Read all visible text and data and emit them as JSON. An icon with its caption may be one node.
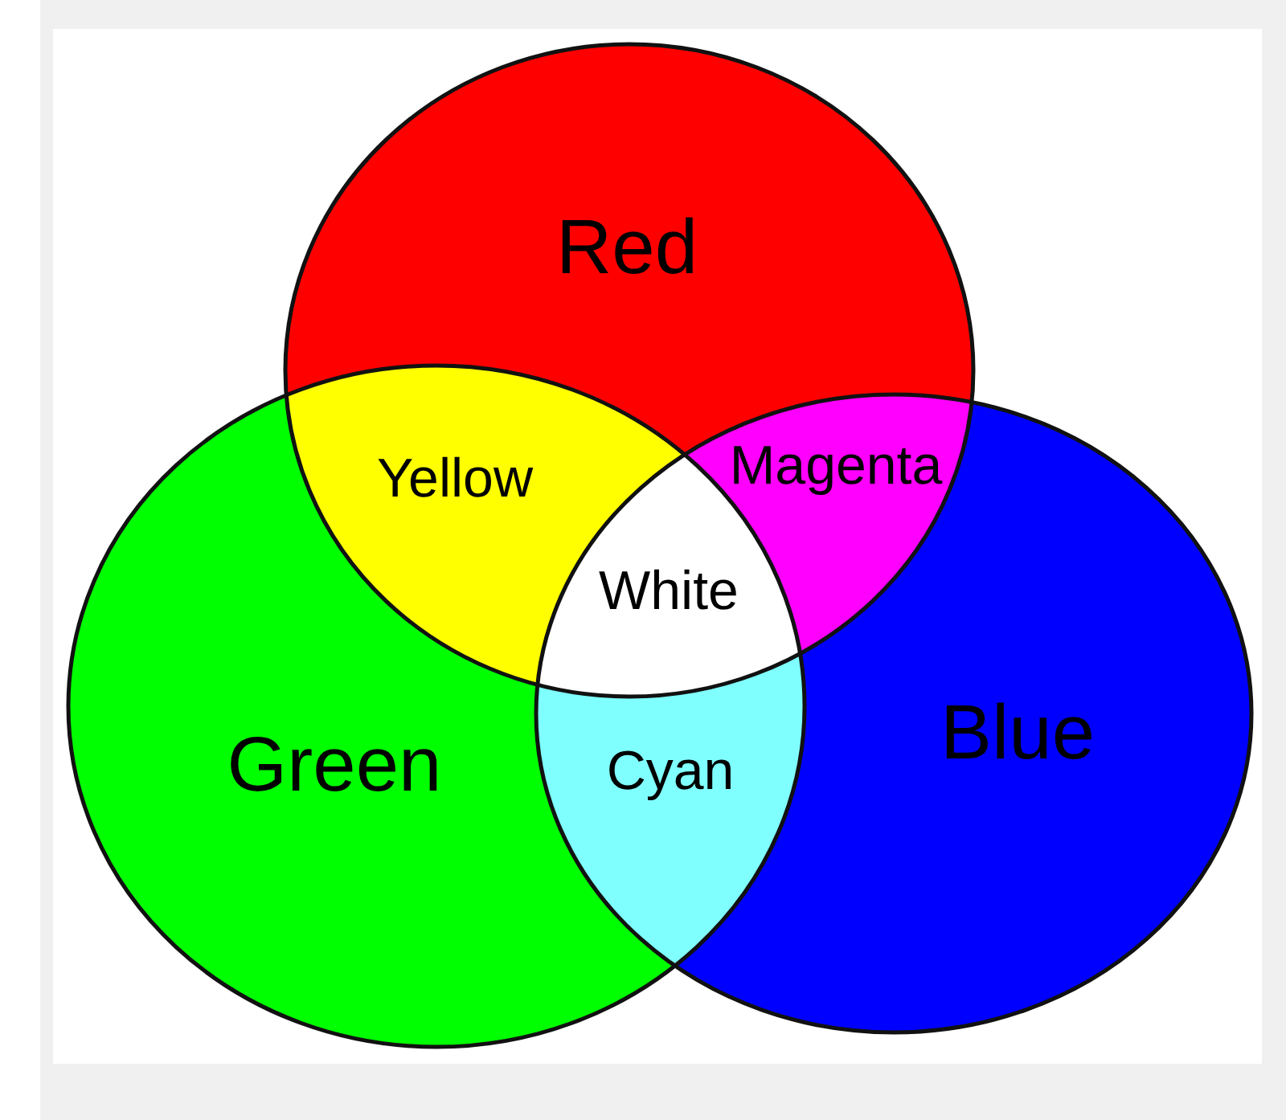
{
  "diagram": {
    "nodes": [
      {
        "text": [
          "Red"
        ]
      },
      {
        "text": [
          "Yellow"
        ]
      },
      {
        "text": [
          "Magenta"
        ]
      },
      {
        "text": [
          "White"
        ]
      },
      {
        "text": [
          "Green"
        ]
      },
      {
        "text": [
          "Cyan"
        ]
      },
      {
        "text": [
          "Blue"
        ]
      }
    ]
  }
}
